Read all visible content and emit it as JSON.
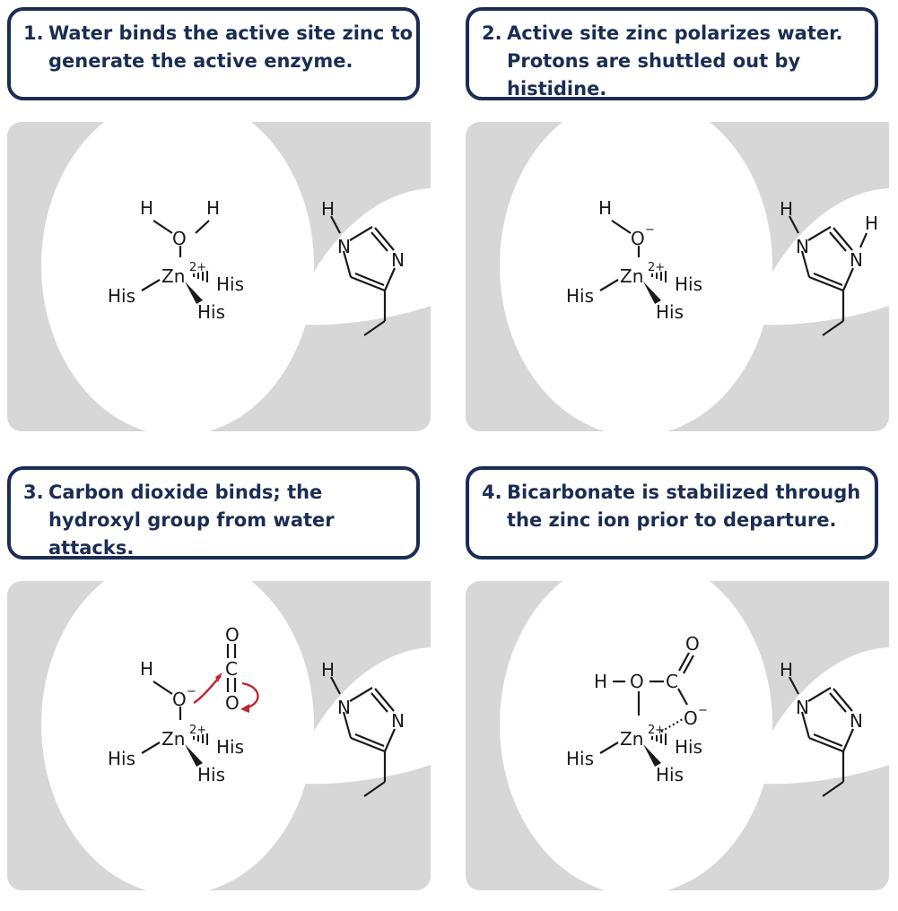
{
  "steps": [
    {
      "number": "1.",
      "text": "Water binds the active site zinc to generate the active enzyme."
    },
    {
      "number": "2.",
      "text": "Active site zinc polarizes water. Protons are shuttled out by histidine."
    },
    {
      "number": "3.",
      "text": "Carbon dioxide binds; the hydroxyl group from water attacks."
    },
    {
      "number": "4.",
      "text": "Bicarbonate is stabilized through the zinc ion prior to departure."
    }
  ],
  "labels": {
    "H": "H",
    "O": "O",
    "N": "N",
    "C": "C",
    "Zn": "Zn",
    "His": "His",
    "charge_zn": "2+",
    "charge_minus": "−"
  },
  "colors": {
    "caption_border": "#1b2d52",
    "caption_text": "#1b2d52",
    "pocket_gray": "#d7d7d7",
    "arrow_red": "#c0272d",
    "bond": "#1a1a1a"
  }
}
